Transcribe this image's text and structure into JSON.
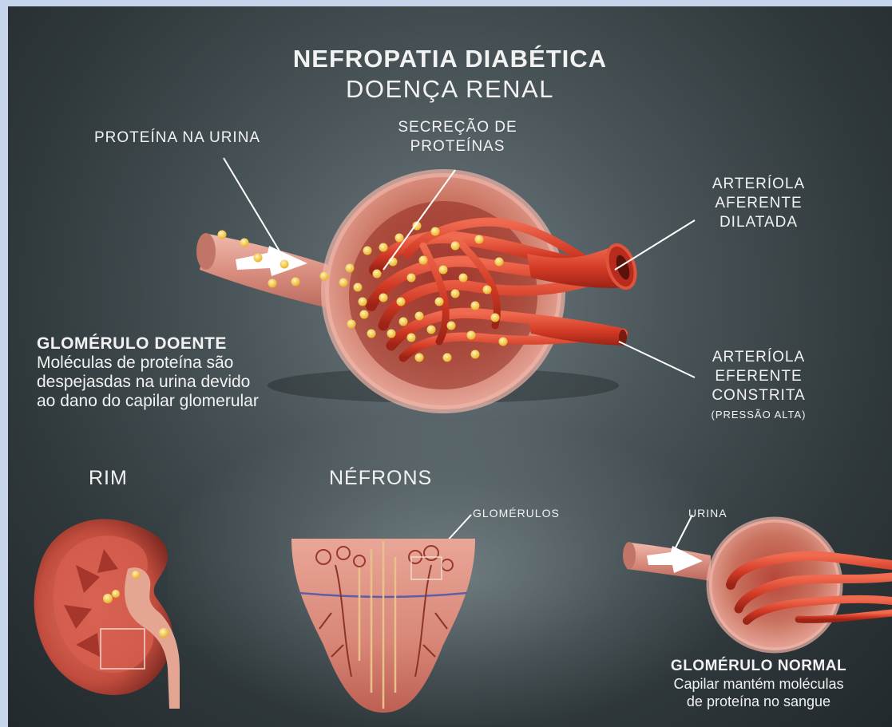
{
  "title": "NEFROPATIA DIABÉTICA",
  "subtitle": "DOENÇA RENAL",
  "labels": {
    "protein_urine": "PROTEÍNA NA URINA",
    "secretion_1": "SECREÇÃO DE",
    "secretion_2": "PROTEÍNAS",
    "afferent_1": "ARTERÍOLA",
    "afferent_2": "AFERENTE",
    "afferent_3": "DILATADA",
    "efferent_1": "ARTERÍOLA",
    "efferent_2": "EFERENTE",
    "efferent_3": "CONSTRITA",
    "efferent_4": "(PRESSÃO ALTA)"
  },
  "diseased": {
    "heading": "GLOMÉRULO DOENTE",
    "line1": "Moléculas de proteína são",
    "line2": "despejasdas na urina devido",
    "line3": "ao dano do capilar  glomerular"
  },
  "kidney": {
    "label": "RIM"
  },
  "nephrons": {
    "label": "NÉFRONS",
    "callout": "GLOMÉRULOS"
  },
  "normal": {
    "callout": "URINA",
    "heading": "GLOMÉRULO NORMAL",
    "line1": "Capilar mantém moléculas",
    "line2": "de proteína no sangue"
  },
  "colors": {
    "background": "#3b4548",
    "text": "#f2f2f2",
    "vessel": "#d9412e",
    "capsule": "#d98e80",
    "protein": "#f2c641"
  }
}
